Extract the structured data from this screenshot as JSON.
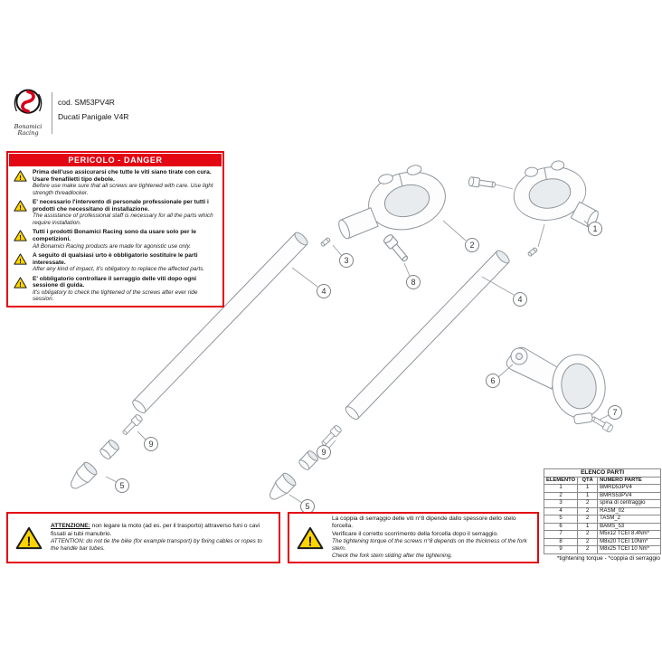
{
  "colors": {
    "accent_red": "#e30613",
    "warning_yellow": "#FFD400",
    "line_gray": "#8f969c"
  },
  "icons": {
    "exclamation": "!"
  },
  "header": {
    "logo": {
      "line1": "Bonamici",
      "line2": "Racing"
    },
    "code": "cod. SM53PV4R",
    "model": "Ducati Panigale V4R"
  },
  "danger": {
    "title": "PERICOLO - DANGER",
    "warnings": [
      {
        "it": "Prima dell'uso assicurarsi che tutte le viti siano tirate con cura. Usare frenafiletti tipo debole.",
        "en": "Before use make sure that all screws are tightened with care. Use light strength threadlocker."
      },
      {
        "it": "E' necessario l'intervento di personale professionale per tutti i prodotti che necessitano di installazione.",
        "en": "The assistance of professional staff is necessary for all the parts which require installation."
      },
      {
        "it": "Tutti i prodotti Bonamici Racing sono da usare solo per le competizioni.",
        "en": "All Bonamici Racing products are made for agonistic use only."
      },
      {
        "it": "A seguito di qualsiasi urto è obbligatorio sostituire le parti interessate.",
        "en": "After any kind of impact, it's obligatory to replace the affected parts."
      },
      {
        "it": "E' obbligatorio controllare il serraggio delle viti dopo ogni sessione di guida.",
        "en": "It's obligatory to check the tightened of the screws after ever ride session."
      }
    ]
  },
  "notes": {
    "left": {
      "label": "ATTENZIONE:",
      "it": " non legare la moto (ad es. per il trasporto) attraverso funi o cavi fissati ai tubi manubrio.",
      "en": "ATTENTION: do not tie the bike (for example transport) by fixing cables or ropes to the handle bar tubes."
    },
    "right": {
      "it1": "La coppia di serraggio delle viti n°8 dipende dallo spessore dello stelo forcella.",
      "it2": "Verificare il corretto scorrimento della forcella dopo il serraggio.",
      "en1": "The tightening torque of the screws n°8 depends on the thickness of the fork stem.",
      "en2": "Check the fork stem sliding after the tightening."
    }
  },
  "parts_table": {
    "title": "ELENCO PARTI",
    "headers": [
      "ELEMENTO",
      "QTÀ",
      "NUMERO PARTE"
    ],
    "rows": [
      [
        "1",
        "1",
        "BMRD53PV4"
      ],
      [
        "2",
        "1",
        "BMRS53PV4"
      ],
      [
        "3",
        "2",
        "spina di centraggio"
      ],
      [
        "4",
        "2",
        "RASM_02"
      ],
      [
        "5",
        "2",
        "TASM_2"
      ],
      [
        "6",
        "1",
        "BAMS_53"
      ],
      [
        "7",
        "2",
        "M5x12 TCEI 8.4Nm*"
      ],
      [
        "8",
        "2",
        "M8x20 TCEI 10Nm*"
      ],
      [
        "9",
        "2",
        "M8x25 TCEI 10 Nm*"
      ]
    ],
    "footnote": "*tightening torque - *coppia di serraggio"
  },
  "diagram": {
    "callouts": [
      {
        "label": "2"
      },
      {
        "label": "3"
      },
      {
        "label": "8"
      },
      {
        "label": "4"
      },
      {
        "label": "1"
      },
      {
        "label": "4"
      },
      {
        "label": "9"
      },
      {
        "label": "5"
      },
      {
        "label": "9"
      },
      {
        "label": "5"
      },
      {
        "label": "6"
      },
      {
        "label": "7"
      }
    ]
  }
}
